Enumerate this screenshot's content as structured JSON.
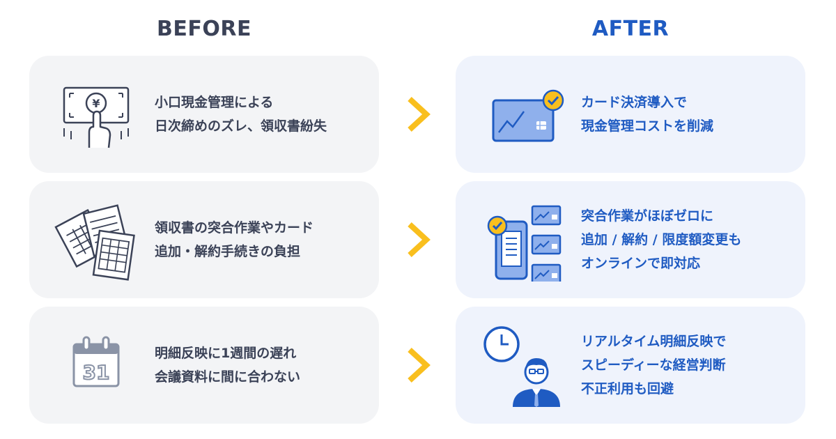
{
  "before": {
    "title": "BEFORE",
    "items": [
      {
        "icon": "cash-hand-icon",
        "lines": [
          "小口現金管理による",
          "日次締めのズレ、領収書紛失"
        ]
      },
      {
        "icon": "documents-icon",
        "lines": [
          "領収書の突合作業やカード",
          "追加・解約手続きの負担"
        ]
      },
      {
        "icon": "calendar-icon",
        "lines": [
          "明細反映に1週間の遅れ",
          "会議資料に間に合わない"
        ]
      }
    ]
  },
  "after": {
    "title": "AFTER",
    "items": [
      {
        "icon": "credit-card-check-icon",
        "lines": [
          "カード決済導入で",
          "現金管理コストを削減"
        ]
      },
      {
        "icon": "phone-cards-icon",
        "lines": [
          "突合作業がほぼゼロに",
          "追加 / 解約 / 限度額変更も",
          "オンラインで即対応"
        ]
      },
      {
        "icon": "clock-businessman-icon",
        "lines": [
          "リアルタイム明細反映で",
          "スピーディーな経営判断",
          "不正利用も回避"
        ]
      }
    ]
  },
  "calendar_day": "31",
  "yen_symbol": "¥",
  "colors": {
    "before_text": "#3b4257",
    "after_text": "#1f5bc2",
    "arrow": "#f9bf1e",
    "before_card": "#f3f4f6",
    "after_card": "#eff3fc"
  }
}
